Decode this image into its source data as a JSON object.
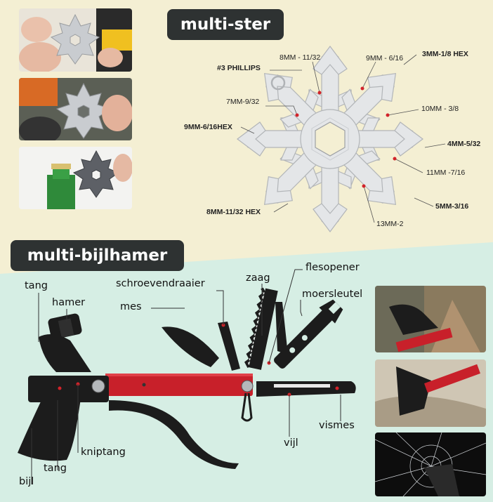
{
  "multister": {
    "title": "multi-ster",
    "labels": {
      "phillips": "#3 PHILLIPS",
      "mm8_1132": "8MM - 11/32",
      "mm9_616": "9MM - 6/16",
      "hex3_18": "3MM-1/8 HEX",
      "mm7_932": "7MM-9/32",
      "mm10_38": "10MM - 3/8",
      "hex9_616": "9MM-6/16HEX",
      "mm4_532": "4MM-5/32",
      "mm11_716": "11MM -7/16",
      "mm5_316": "5MM-3/16",
      "hex8_1132": "8MM-11/32 HEX",
      "mm13_2": "13MM-2"
    }
  },
  "multibijl": {
    "title": "multi-bijlhamer",
    "labels": {
      "tang_top": "tang",
      "hamer": "hamer",
      "schroevendraaier": "schroevendraaier",
      "zaag": "zaag",
      "flesopener": "flesopener",
      "mes": "mes",
      "moersleutel": "moersleutel",
      "vismes": "vismes",
      "vijl": "vijl",
      "kniptang": "kniptang",
      "tang_bottom": "tang",
      "bijl": "bijl"
    }
  },
  "colors": {
    "top_background": "#f4efd3",
    "bottom_background": "#d6eee4",
    "tool_red": "#c8202a",
    "tool_black": "#1c1c1c",
    "steel": "#d9dcde",
    "title_pill": "#2e3232"
  }
}
